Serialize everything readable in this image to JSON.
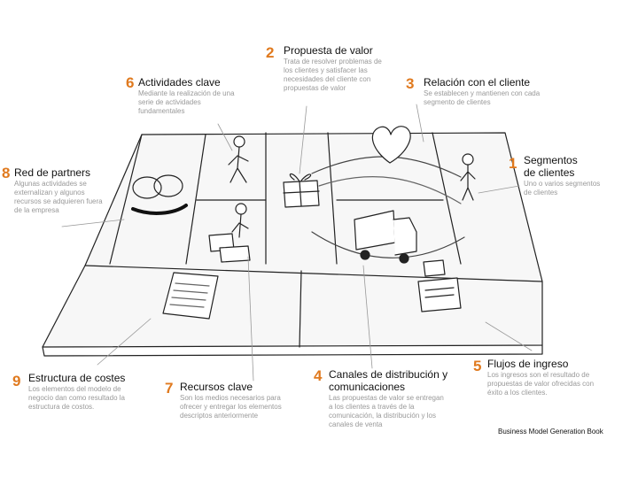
{
  "credit": "Business Model Generation Book",
  "blocks": [
    {
      "num": "1",
      "title": "Segmentos\nde clientes",
      "desc": "Uno o varios segmentos\nde clientes"
    },
    {
      "num": "2",
      "title": "Propuesta de valor",
      "desc": "Trata de resolver problemas de\nlos clientes y satisfacer las\nnecesidades del cliente con\npropuestas de valor"
    },
    {
      "num": "3",
      "title": "Relación con el cliente",
      "desc": "Se establecen y mantienen con cada\nsegmento de clientes"
    },
    {
      "num": "4",
      "title": "Canales de distribución y\ncomunicaciones",
      "desc": "Las propuestas de valor se entregan\na los clientes a través de la\ncomunicación, la distribución y los\ncanales de venta"
    },
    {
      "num": "5",
      "title": "Flujos de ingreso",
      "desc": "Los ingresos son el resultado de\npropuestas de valor ofrecidas con\néxito a los clientes."
    },
    {
      "num": "6",
      "title": "Actividades clave",
      "desc": "Mediante la realización de una\nserie de actividades\nfundamentales"
    },
    {
      "num": "7",
      "title": "Recursos clave",
      "desc": "Son los medios necesarios para\nofrecer y entregar los elementos\ndescriptos anteriormente"
    },
    {
      "num": "8",
      "title": "Red de partners",
      "desc": "Algunas actividades se\nexternalizan y algunos\nrecursos se adquieren fuera\nde la empresa"
    },
    {
      "num": "9",
      "title": "Estructura de costes",
      "desc": "Los elementos del modelo de\nnegocio dan como resultado la\nestructura de costos."
    }
  ]
}
